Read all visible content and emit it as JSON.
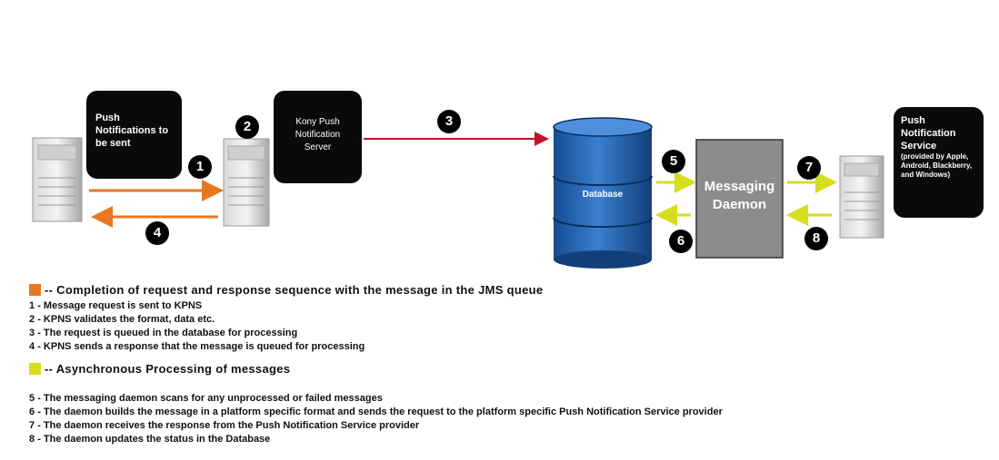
{
  "diagram": {
    "client_callout": "Push Notifications to be sent",
    "kony_server_callout": "Kony Push Notification Server",
    "database_label": "Database",
    "daemon_label": "Messaging Daemon",
    "push_service_callout_title": "Push Notification Service",
    "push_service_callout_note": "(provided by Apple, Android, Blackberry, and Windows)",
    "step_numbers": [
      "1",
      "2",
      "3",
      "4",
      "5",
      "6",
      "7",
      "8"
    ]
  },
  "legend": {
    "orange_heading": "-- Completion of request and response sequence with the message in the JMS queue",
    "orange_items": [
      {
        "num": "1",
        "text": "- Message request is sent to KPNS"
      },
      {
        "num": "2",
        "text": "- KPNS validates the format, data etc."
      },
      {
        "num": "3",
        "text": "- The request is queued in the database for processing"
      },
      {
        "num": "4",
        "text": "- KPNS sends a response that the message is queued for processing"
      }
    ],
    "yellow_heading": "-- Asynchronous Processing of messages",
    "yellow_items": [
      {
        "num": "5",
        "text": "- The messaging daemon scans for any unprocessed or failed messages"
      },
      {
        "num": "6",
        "text": "- The daemon builds the message in a platform specific format and sends the request to the platform specific Push Notification Service provider"
      },
      {
        "num": "7",
        "text": "- The daemon receives the response from the Push Notification Service provider"
      },
      {
        "num": "8",
        "text": "- The daemon updates the status in the Database"
      }
    ]
  },
  "colors": {
    "orange": "#e87722",
    "yellow": "#d8dc1e",
    "red": "#c8102e",
    "database_blue": "#1f5fb0",
    "daemon_gray": "#8c8c8c"
  }
}
